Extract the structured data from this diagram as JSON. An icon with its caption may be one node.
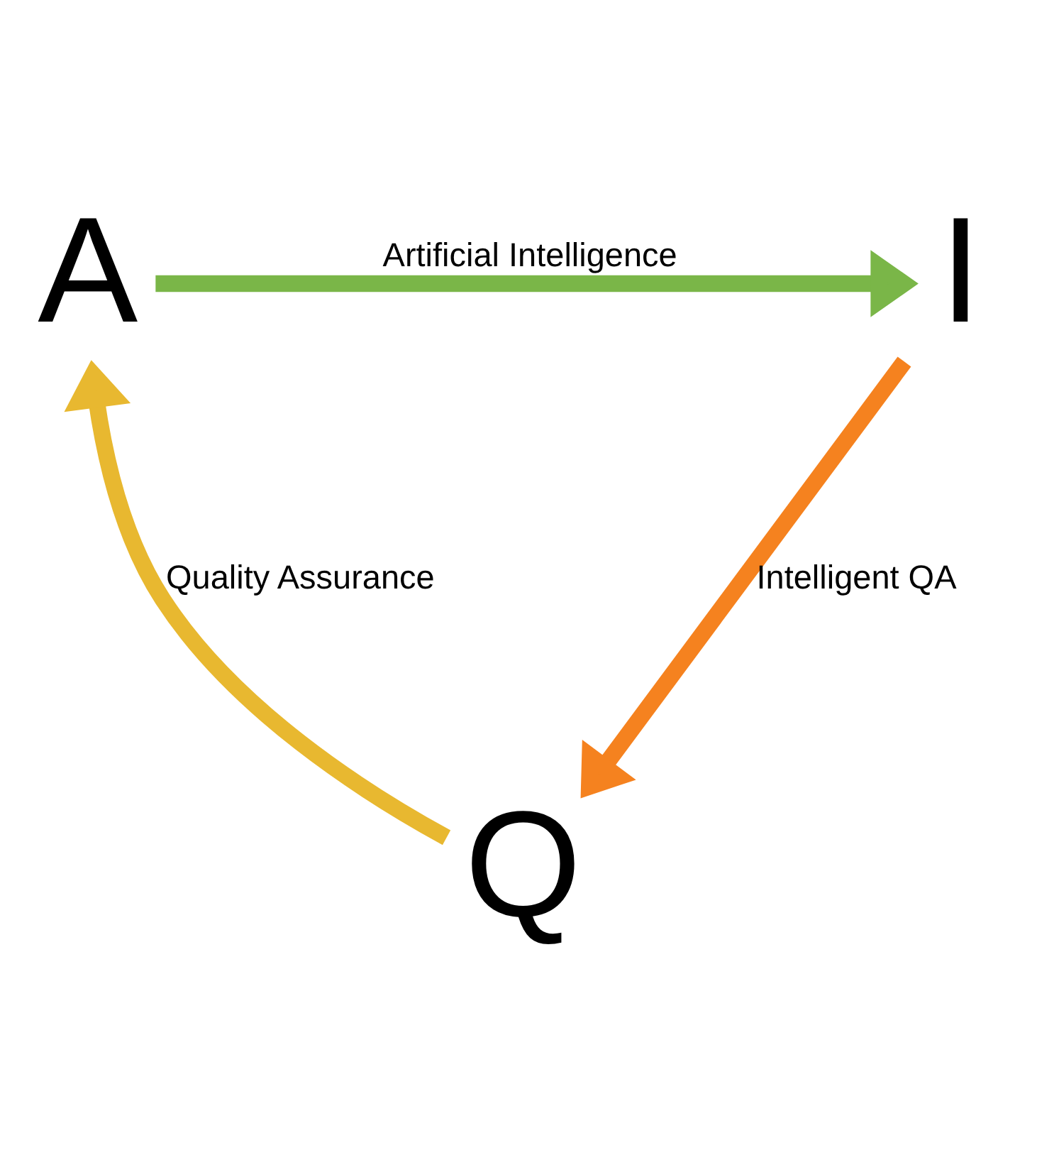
{
  "diagram": {
    "nodes": [
      {
        "text": [
          "A"
        ]
      },
      {
        "text": [
          "I"
        ]
      },
      {
        "text": [
          "Q"
        ]
      }
    ],
    "edges": [
      {
        "from": 0,
        "to": 1,
        "arrow": "to",
        "label": "Artificial Intelligence",
        "color": "#7ab648"
      },
      {
        "from": 1,
        "to": 2,
        "arrow": "to",
        "label": "Intelligent QA",
        "color": "#f5821f"
      },
      {
        "from": 2,
        "to": 0,
        "arrow": "to",
        "label": "Quality Assurance",
        "color": "#e8b830"
      }
    ]
  }
}
